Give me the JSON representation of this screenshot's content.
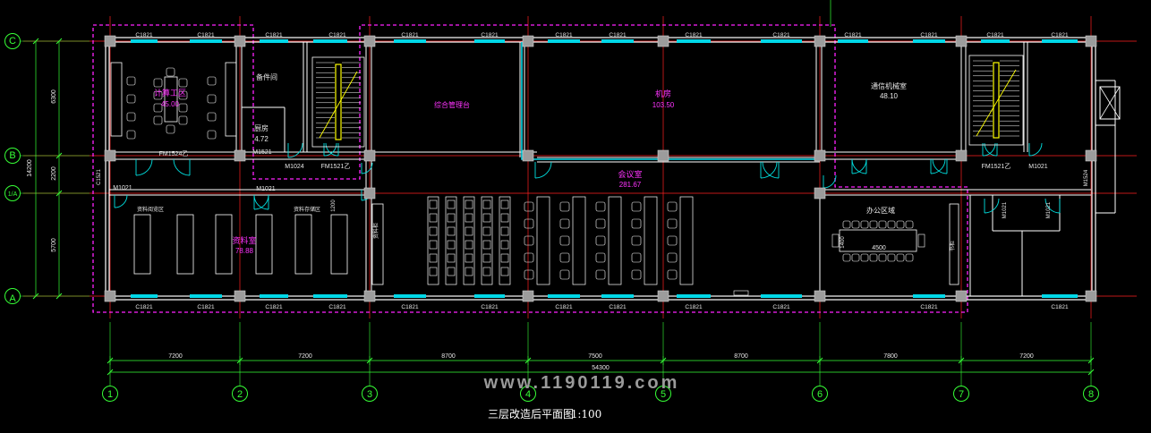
{
  "drawing_title": "三层改造后平面图",
  "scale": "1:100",
  "watermark": "www.1190119.com",
  "grid_columns": [
    "1",
    "2",
    "3",
    "4",
    "5",
    "6",
    "7",
    "8"
  ],
  "grid_rows": [
    "C",
    "B",
    "1/A",
    "A"
  ],
  "column_spacing": [
    "7200",
    "7200",
    "8700",
    "7500",
    "8700",
    "7800",
    "7200"
  ],
  "total_length": "54300",
  "row_dims": {
    "upper": "6300",
    "middle": "2200",
    "lower": "5700",
    "total": "14200"
  },
  "rooms": [
    {
      "name": "计算工区",
      "area": "45.00"
    },
    {
      "name": "备件间",
      "area": ""
    },
    {
      "name": "厨房",
      "area": "4.72"
    },
    {
      "name": "综合管理台",
      "area": ""
    },
    {
      "name": "机房",
      "area": "103.50"
    },
    {
      "name": "通信机械室",
      "area": "48.10"
    },
    {
      "name": "会议室",
      "area": "281.67"
    },
    {
      "name": "资料室",
      "area": "78.88"
    },
    {
      "name": "办公区域",
      "area": ""
    }
  ],
  "sub_labels": [
    "资料阅览区",
    "资料存储区",
    "资料柜",
    "书柜"
  ],
  "window_tag": "C1821",
  "window_tag_side": "C1521",
  "door_tags": [
    "FM1524乙",
    "M1521",
    "M1024",
    "FM1521乙",
    "FM1521乙",
    "M1021",
    "M1021",
    "M1021",
    "M1021",
    "M1524",
    "M1021"
  ],
  "table_dims": [
    "4500",
    "1400",
    "1200"
  ],
  "colors": {
    "grid": "#ff2020",
    "wall": "#ffffff",
    "column": "#9c9c9c",
    "window": "#00d8e8",
    "text_room": "#ff33ff",
    "dim": "#36ff36",
    "door": "#00e0e0",
    "stair": "#ffff00",
    "fire_zone": "#ff22ff"
  }
}
